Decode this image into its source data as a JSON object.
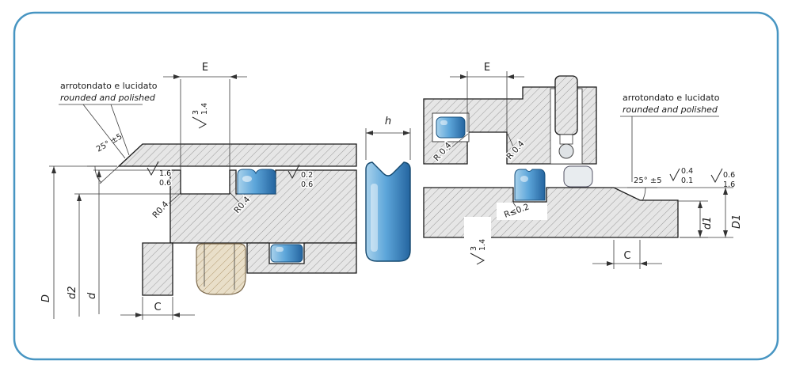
{
  "frame": {
    "border_color": "#4795c2",
    "background": "#ffffff"
  },
  "left_view": {
    "note_it": "arrotondato  e lucidato",
    "note_en": "rounded and polished",
    "angle": "25° ±5",
    "dim_E": "E",
    "rough_E_a": "3",
    "rough_E_b": "1.4",
    "rough_bore_a": "1.6",
    "rough_bore_b": "0.6",
    "rough_groove_a": "0.2",
    "rough_groove_b": "0.6",
    "radius_1": "R0.4",
    "radius_2": "R0.4",
    "dim_D": "D",
    "dim_d2": "d2",
    "dim_d": "d",
    "dim_C": "C"
  },
  "seal_profile": {
    "dim_h": "h"
  },
  "right_view": {
    "dim_E": "E",
    "radius_1": "R 0.4",
    "radius_2": "R 0.4",
    "radius_3": "R≤0.2",
    "note_it": "arrotondato e lucidato",
    "note_en": "rounded and polished",
    "angle": "25° ±5",
    "rough_flank_a": "3",
    "rough_flank_b": "1.4",
    "rough_end_a": "0.4",
    "rough_end_b": "0.1",
    "rough_D1_a": "0.6",
    "rough_D1_b": "1.6",
    "dim_d1": "d1",
    "dim_D1": "D1",
    "dim_C": "C"
  },
  "colors": {
    "hatch_fill": "#e6e6e6",
    "hatch_line": "#9a9a9a",
    "seal_blue": "#2f76b4",
    "seal_light": "#a9d2ec",
    "guide_beige": "#e9dfc9",
    "line": "#222222"
  }
}
